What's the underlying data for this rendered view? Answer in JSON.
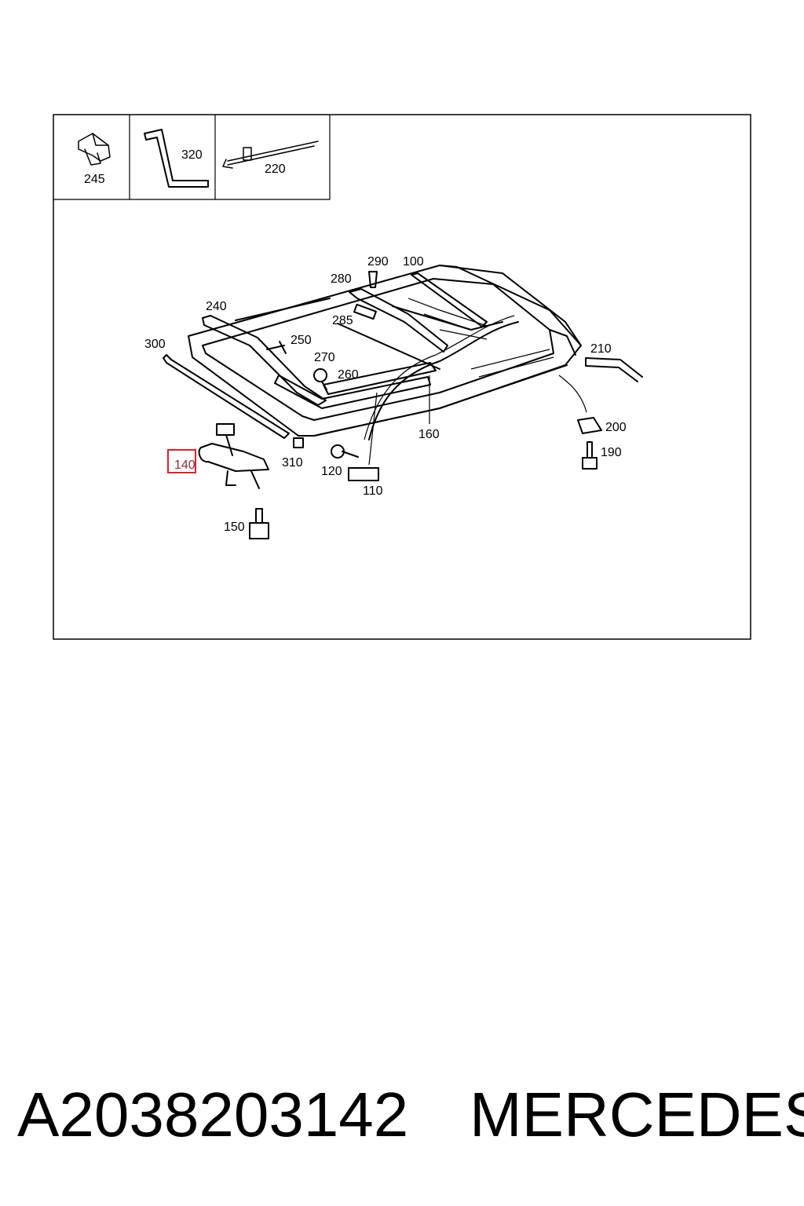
{
  "inset_labels": {
    "a": "245",
    "b": "320",
    "c": "220"
  },
  "callouts": {
    "p100": "100",
    "p110": "110",
    "p120": "120",
    "p140": "140",
    "p150": "150",
    "p160": "160",
    "p190": "190",
    "p200": "200",
    "p210": "210",
    "p240": "240",
    "p250": "250",
    "p260": "260",
    "p270": "270",
    "p280": "280",
    "p285": "285",
    "p290": "290",
    "p300": "300",
    "p310": "310"
  },
  "highlighted_part": "140",
  "highlight_color": "#e0202a",
  "footer": {
    "part_number": "A2038203142",
    "brand": "MERCEDES"
  }
}
